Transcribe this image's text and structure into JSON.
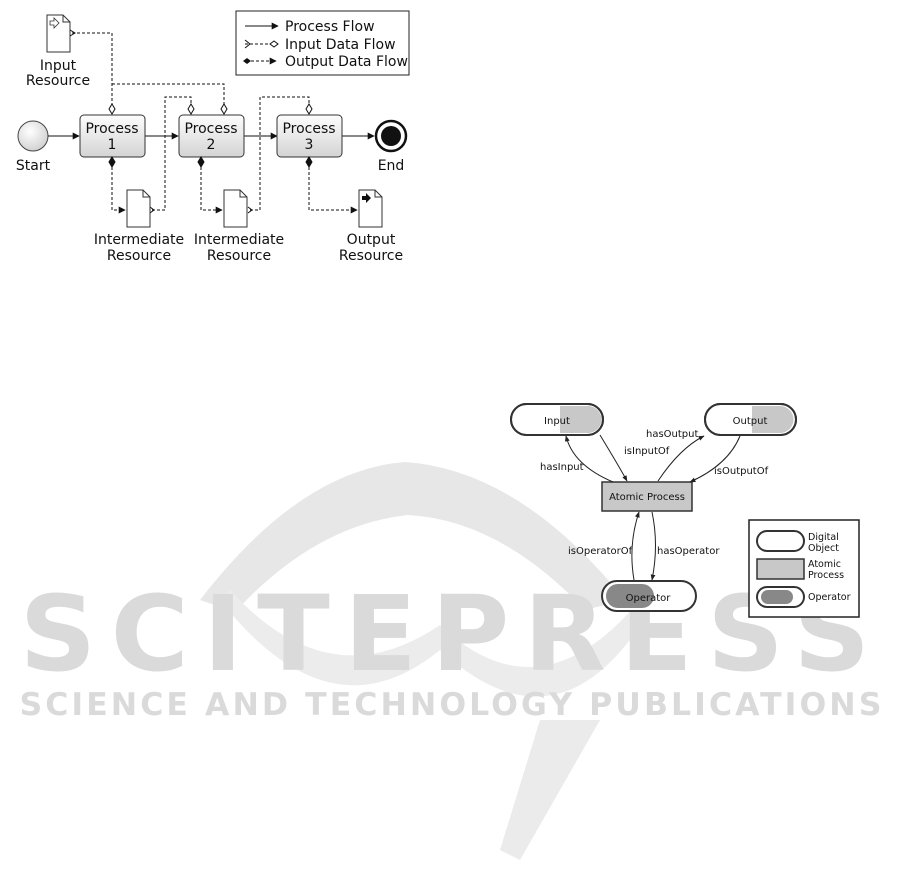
{
  "watermark": {
    "title": "SCITEPRESS",
    "subtitle": "SCIENCE AND TECHNOLOGY PUBLICATIONS"
  },
  "workflow_diagram": {
    "legend": {
      "process_flow": "Process Flow",
      "input_data_flow": "Input Data Flow",
      "output_data_flow": "Output Data Flow"
    },
    "start_label": "Start",
    "end_label": "End",
    "input_resource": [
      "Input",
      "Resource"
    ],
    "output_resource": [
      "Output",
      "Resource"
    ],
    "intermediate_resource_1": [
      "Intermediate",
      "Resource"
    ],
    "intermediate_resource_2": [
      "Intermediate",
      "Resource"
    ],
    "processes": [
      {
        "line1": "Process",
        "line2": "1"
      },
      {
        "line1": "Process",
        "line2": "2"
      },
      {
        "line1": "Process",
        "line2": "3"
      }
    ]
  },
  "ontology_diagram": {
    "nodes": {
      "input": "Input",
      "output": "Output",
      "atomic_process": "Atomic Process",
      "operator": "Operator"
    },
    "edges": {
      "has_input": "hasInput",
      "is_input_of": "isInputOf",
      "has_output": "hasOutput",
      "is_output_of": "isOutputOf",
      "is_operator_of": "isOperatorOf",
      "has_operator": "hasOperator"
    },
    "legend": {
      "digital_object": [
        "Digital",
        "Object"
      ],
      "atomic_process": [
        "Atomic",
        "Process"
      ],
      "operator": "Operator"
    }
  }
}
